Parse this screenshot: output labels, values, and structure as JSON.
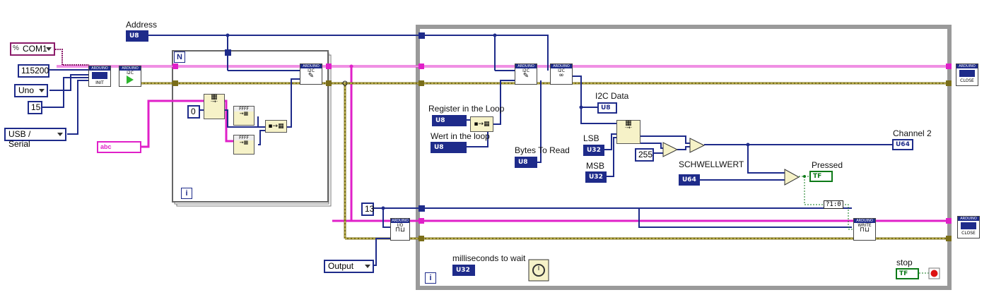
{
  "diagram": {
    "labels": {
      "address": "Address",
      "register_in_loop": "Register in the Loop",
      "wert_in_loop": "Wert in the loop",
      "bytes_to_read": "Bytes To Read",
      "i2c_data": "I2C Data",
      "lsb": "LSB",
      "msb": "MSB",
      "schwellwert": "SCHWELLWERT",
      "channel2": "Channel 2",
      "pressed": "Pressed",
      "ms_to_wait": "milliseconds to wait",
      "stop": "stop"
    },
    "controls": {
      "com_port": "COM1",
      "baud": "115200",
      "board": "Uno",
      "pins": "15",
      "connection": "USB / Serial",
      "string_const": "abc",
      "zero": "0",
      "thirteen": "13",
      "output_mode": "Output",
      "const_255": "255"
    },
    "types": {
      "u8": "U8",
      "u32": "U32",
      "u64": "U64",
      "tf": "TF"
    },
    "vis": {
      "arduino": "ARDUINO",
      "init": "INIT",
      "i2c": "I2C",
      "io": "I/O",
      "write": "WRITE",
      "close": "CLOSE",
      "for_n": "N",
      "iter": "i",
      "conv": "?1:0"
    },
    "colors": {
      "wire_blue": "#1e2b8a",
      "wire_pink": "#e020c8",
      "wire_yellow": "#7a6e1a",
      "bool_green": "#0d7a18",
      "while_frame": "#9a9a9a"
    }
  }
}
